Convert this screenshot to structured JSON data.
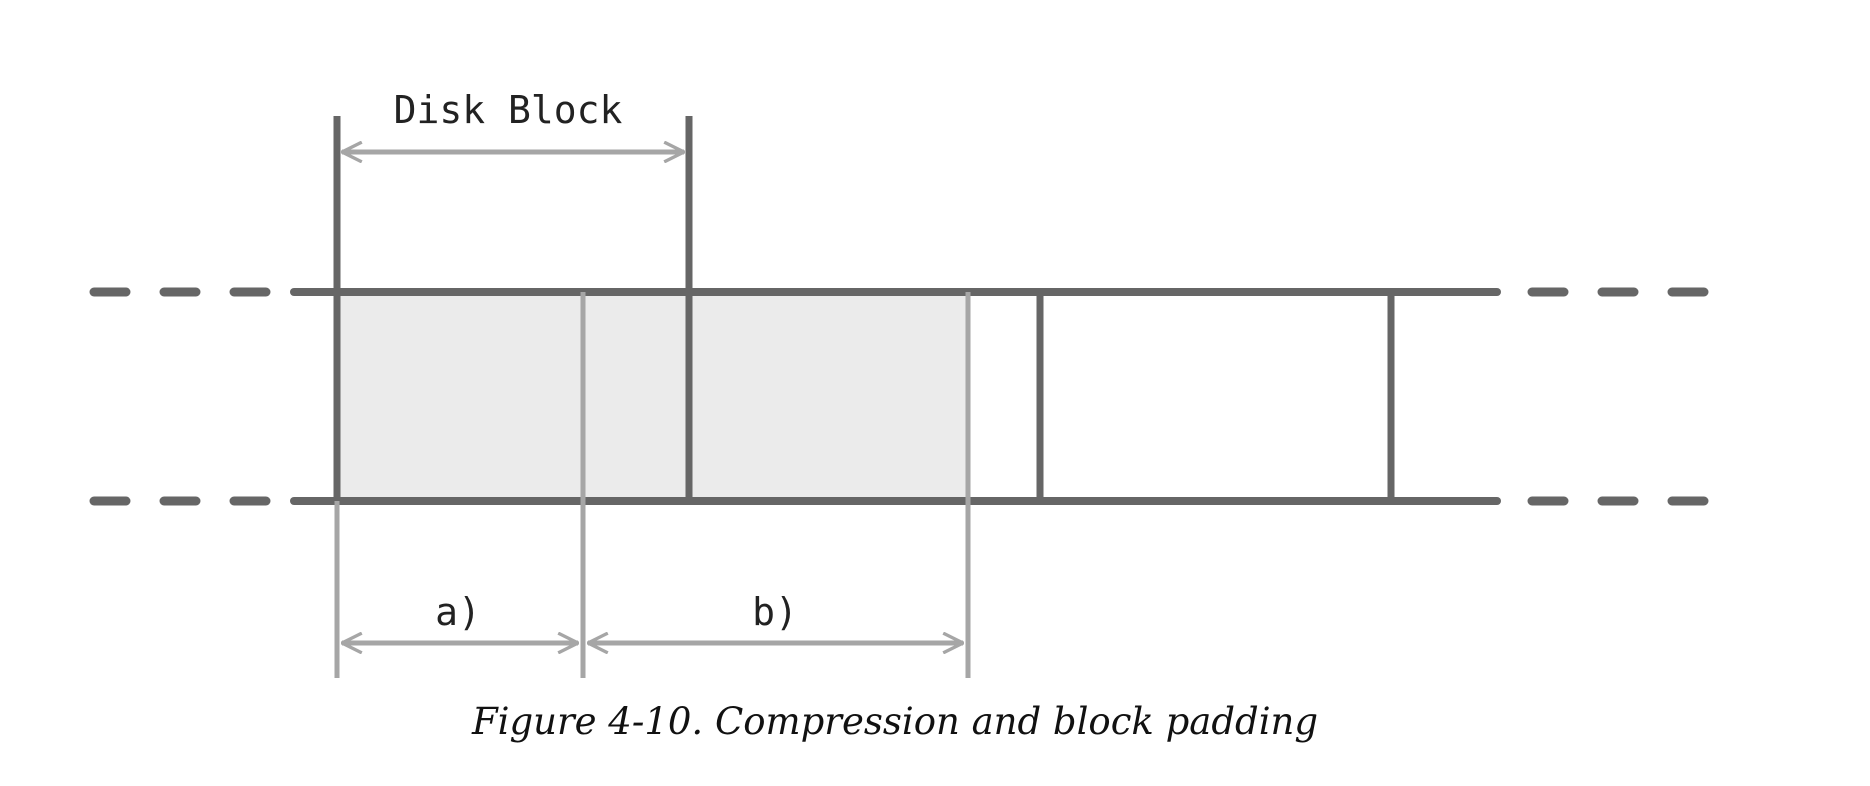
{
  "diagram": {
    "disk_block_label": "Disk Block",
    "segment_a_label": "a)",
    "segment_b_label": "b)"
  },
  "caption": "Figure 4-10. Compression and block padding",
  "colors": {
    "dark_line": "#666666",
    "light_line": "#a6a6a6",
    "fill": "#ebebeb"
  }
}
